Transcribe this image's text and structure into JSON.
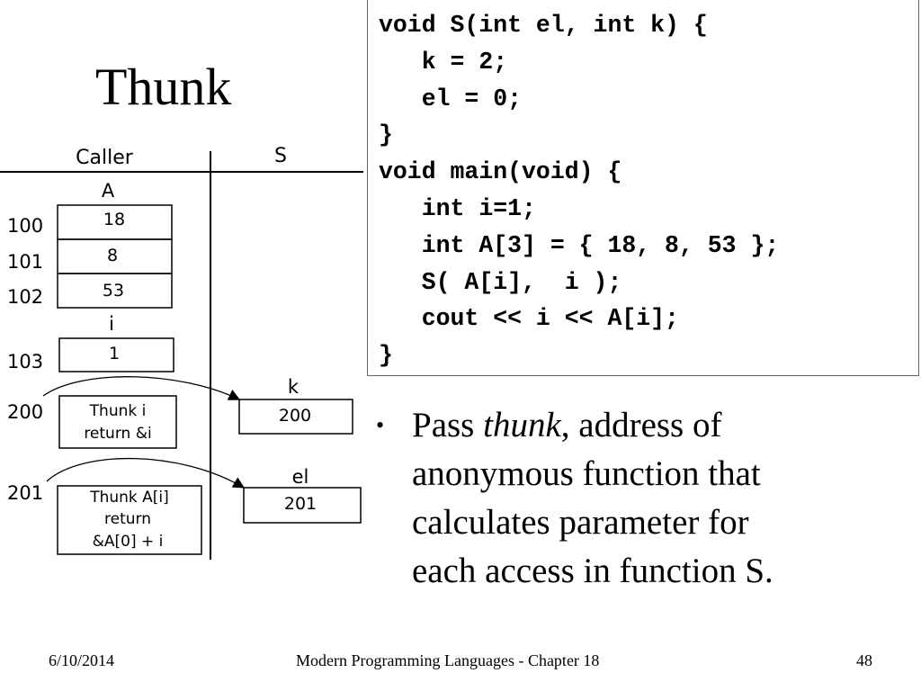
{
  "title": "Thunk",
  "code_lines": [
    "void S(int el, int k) {",
    "   k = 2;",
    "   el = 0;",
    "}",
    "void main(void) {",
    "   int i=1;",
    "   int A[3] = { 18, 8, 53 };",
    "   S( A[i],  i );",
    "   cout << i << A[i];",
    "}"
  ],
  "bullet": {
    "pre": "Pass ",
    "em": "thunk",
    "post": ", address of",
    "lines": [
      "anonymous function that",
      "calculates parameter for",
      "each access in function S."
    ]
  },
  "diagram": {
    "caller_label": "Caller",
    "callee_label": "S",
    "array_label": "A",
    "addresses": [
      "100",
      "101",
      "102",
      "103",
      "200",
      "201"
    ],
    "array_values": [
      "18",
      "8",
      "53"
    ],
    "i_label": "i",
    "i_value": "1",
    "thunk_i": [
      "Thunk i",
      "return  &i"
    ],
    "thunk_ai": [
      "Thunk  A[i]",
      "return",
      "&A[0] + i"
    ],
    "k_label": "k",
    "k_value": "200",
    "el_label": "el",
    "el_value": "201"
  },
  "footer": {
    "date": "6/10/2014",
    "center": "Modern Programming Languages - Chapter 18",
    "page": "48"
  }
}
